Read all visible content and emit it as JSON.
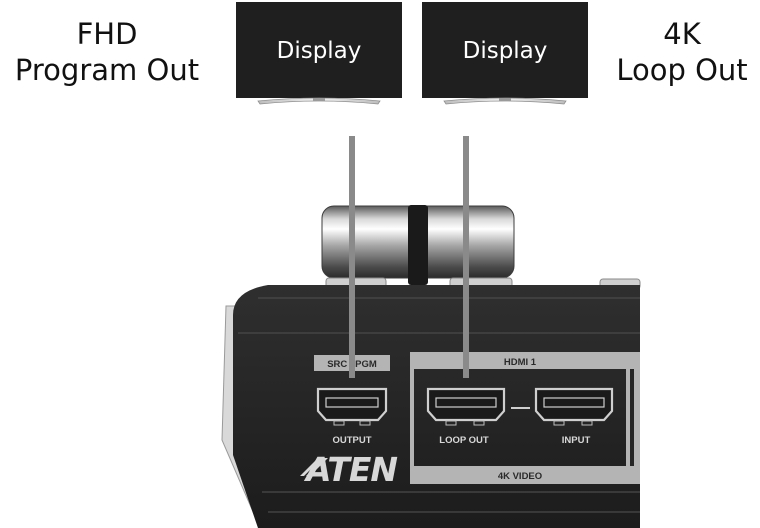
{
  "labels": {
    "left_top": "FHD",
    "left_bottom": "Program Out",
    "right_top": "4K",
    "right_bottom": "Loop Out"
  },
  "displays": [
    {
      "label": "Display"
    },
    {
      "label": "Display"
    }
  ],
  "device": {
    "brand": "ATEN",
    "tab_left": "SRC / PGM",
    "hdmi_group_title": "HDMI 1",
    "hdmi_group_footer": "4K VIDEO",
    "ports": [
      {
        "label": "OUTPUT"
      },
      {
        "label": "LOOP OUT"
      },
      {
        "label": "INPUT"
      }
    ]
  },
  "colors": {
    "device_body": "#262626",
    "cable": "#8a8a8a",
    "monitor_screen": "#1f1f1f",
    "panel_frame": "#b4b4b4"
  }
}
